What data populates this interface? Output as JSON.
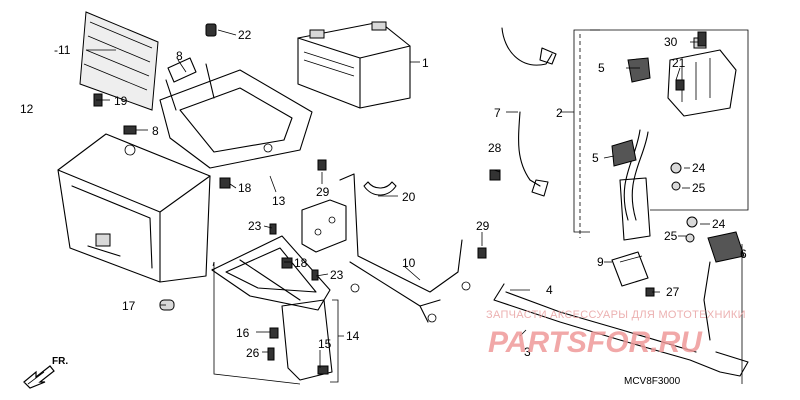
{
  "diagram": {
    "callouts": {
      "c1": "1",
      "c2": "2",
      "c3": "3",
      "c4": "4",
      "c5a": "5",
      "c5b": "5",
      "c6": "6",
      "c7": "7",
      "c8a": "8",
      "c8b": "8",
      "c9": "9",
      "c10": "10",
      "c11": "-11",
      "c12": "12",
      "c13": "13",
      "c14": "14",
      "c15": "15",
      "c16": "16",
      "c17": "17",
      "c18a": "18",
      "c18b": "18",
      "c19": "19",
      "c20": "20",
      "c21": "21",
      "c22": "22",
      "c23a": "23",
      "c23b": "23",
      "c24a": "24",
      "c24b": "24",
      "c25a": "25",
      "c25b": "25",
      "c26": "26",
      "c27": "27",
      "c28": "28",
      "c29a": "29",
      "c29b": "29",
      "c30": "30"
    },
    "diagram_code": "MCV8F3000",
    "front_label": "FR."
  },
  "watermark": {
    "tagline": "ЗАПЧАСТИ АКСЕССУАРЫ ДЛЯ МОТОТЕХНИКИ",
    "brand": "PARTSFOR.RU",
    "color": "#e57373"
  }
}
